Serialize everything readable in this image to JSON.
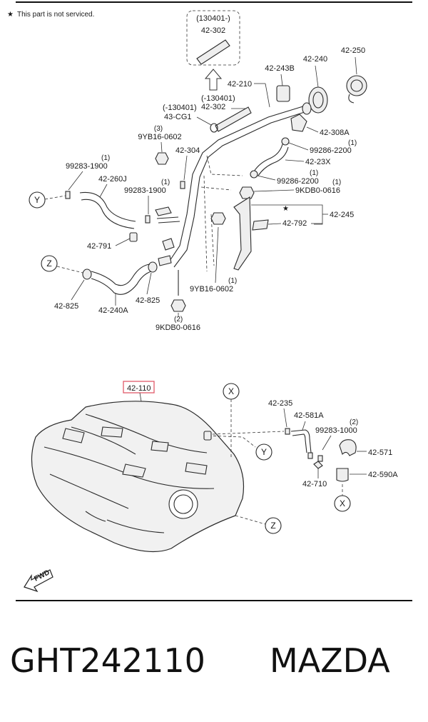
{
  "note_text": "This part is not serviced.",
  "callouts": {
    "c_130401_date": "(130401-)",
    "c_42302_top": "42-302",
    "c_42250": "42-250",
    "c_42240": "42-240",
    "c_42243b": "42-243B",
    "c_42210": "42-210",
    "c_130401_before": "(-130401)",
    "c_42302_mid": "42-302",
    "c_130401_before2": "(-130401)",
    "c_43cg1": "43-CG1",
    "c_qty3": "(3)",
    "c_9yb16_top": "9YB16-0602",
    "c_42304": "42-304",
    "c_42308a": "42-308A",
    "c_qty1_a": "(1)",
    "c_99286_a": "99286-2200",
    "c_42_23x": "42-23X",
    "c_qty1_b": "(1)",
    "c_99286_b": "99286-2200",
    "c_qty1_c": "(1)",
    "c_9kdb0_a": "9KDB0-0616",
    "c_qty1_d": "(1)",
    "c_99283_1900_a": "99283-1900",
    "c_42260j": "42-260J",
    "c_qty1_e": "(1)",
    "c_99283_1900_b": "99283-1900",
    "c_42245": "42-245",
    "c_42792": "42-792",
    "c_42791": "42-791",
    "c_42825_left": "42-825",
    "c_42240a": "42-240A",
    "c_42825_mid": "42-825",
    "c_qty1_f": "(1)",
    "c_9yb16_bot": "9YB16-0602",
    "c_qty2_a": "(2)",
    "c_9kdb0_b": "9KDB0-0616",
    "c_42110": "42-110",
    "c_42235": "42-235",
    "c_42581a": "42-581A",
    "c_qty2_b": "(2)",
    "c_99283_1000": "99283-1000",
    "c_42571": "42-571",
    "c_42590a": "42-590A",
    "c_42710": "42-710",
    "ref_y1": "Y",
    "ref_z1": "Z",
    "ref_x1": "X",
    "ref_y2": "Y",
    "ref_x2": "X",
    "ref_z2": "Z",
    "fwd": "FWD"
  },
  "highlight_color": "#e05a6a",
  "footer": {
    "part_number": "GHT242110",
    "brand": "MAZDA"
  }
}
